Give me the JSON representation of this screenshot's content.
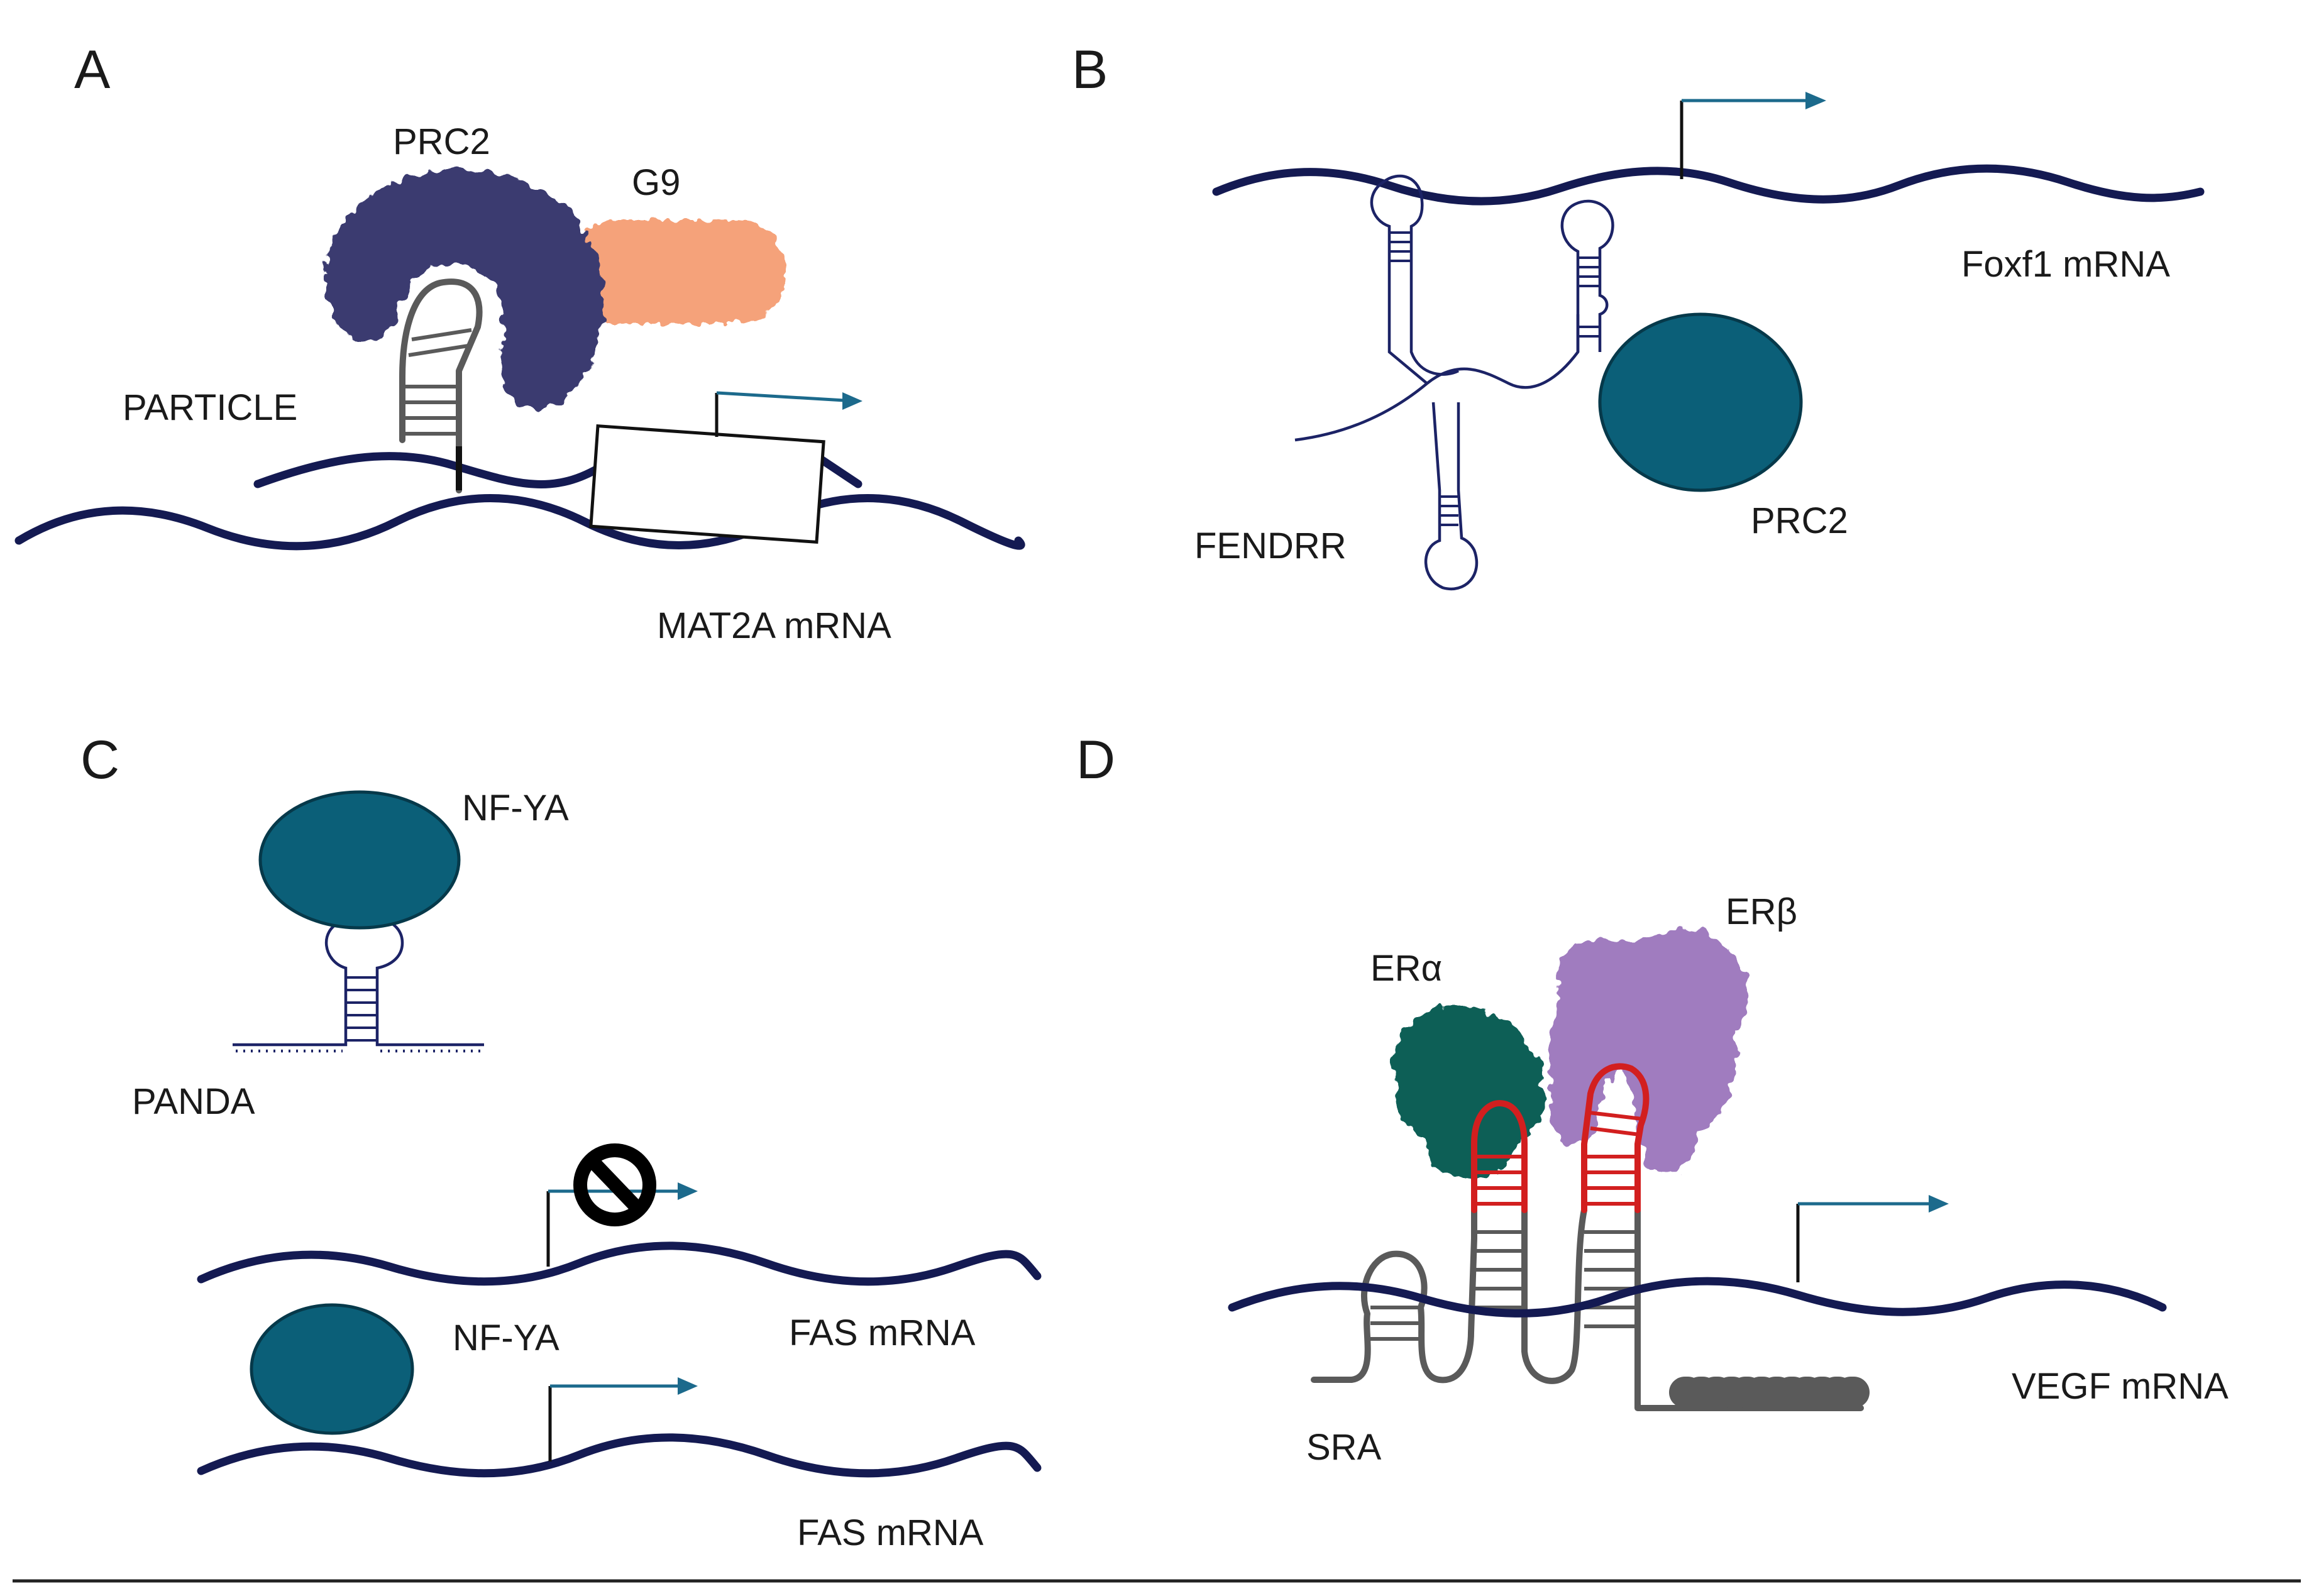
{
  "panels": {
    "a": {
      "letter": "A",
      "prc2": "PRC2",
      "g9": "G9",
      "particle": "PARTICLE",
      "mrna": "MAT2A mRNA"
    },
    "b": {
      "letter": "B",
      "mrna": "Foxf1 mRNA",
      "fendrr": "FENDRR",
      "prc2": "PRC2"
    },
    "c": {
      "letter": "C",
      "nfya_top": "NF-YA",
      "panda": "PANDA",
      "fas_top": "FAS mRNA",
      "nfya_bottom": "NF-YA",
      "fas_bottom": "FAS mRNA"
    },
    "d": {
      "letter": "D",
      "er_alpha": "ERα",
      "er_beta": "ERβ",
      "vegf": "VEGF mRNA",
      "sra": "SRA"
    }
  },
  "colors": {
    "strand": "#141a52",
    "teal_protein": "#0b5f78",
    "prc2_complex": "#3a3a70",
    "g9": "#f5a27a",
    "er_alpha": "#0d5f57",
    "er_beta": "#a07bbf",
    "sra_binding": "#d21f1f",
    "rna_gray": "#5a5a5a",
    "arrow": "#1c6a8c"
  }
}
